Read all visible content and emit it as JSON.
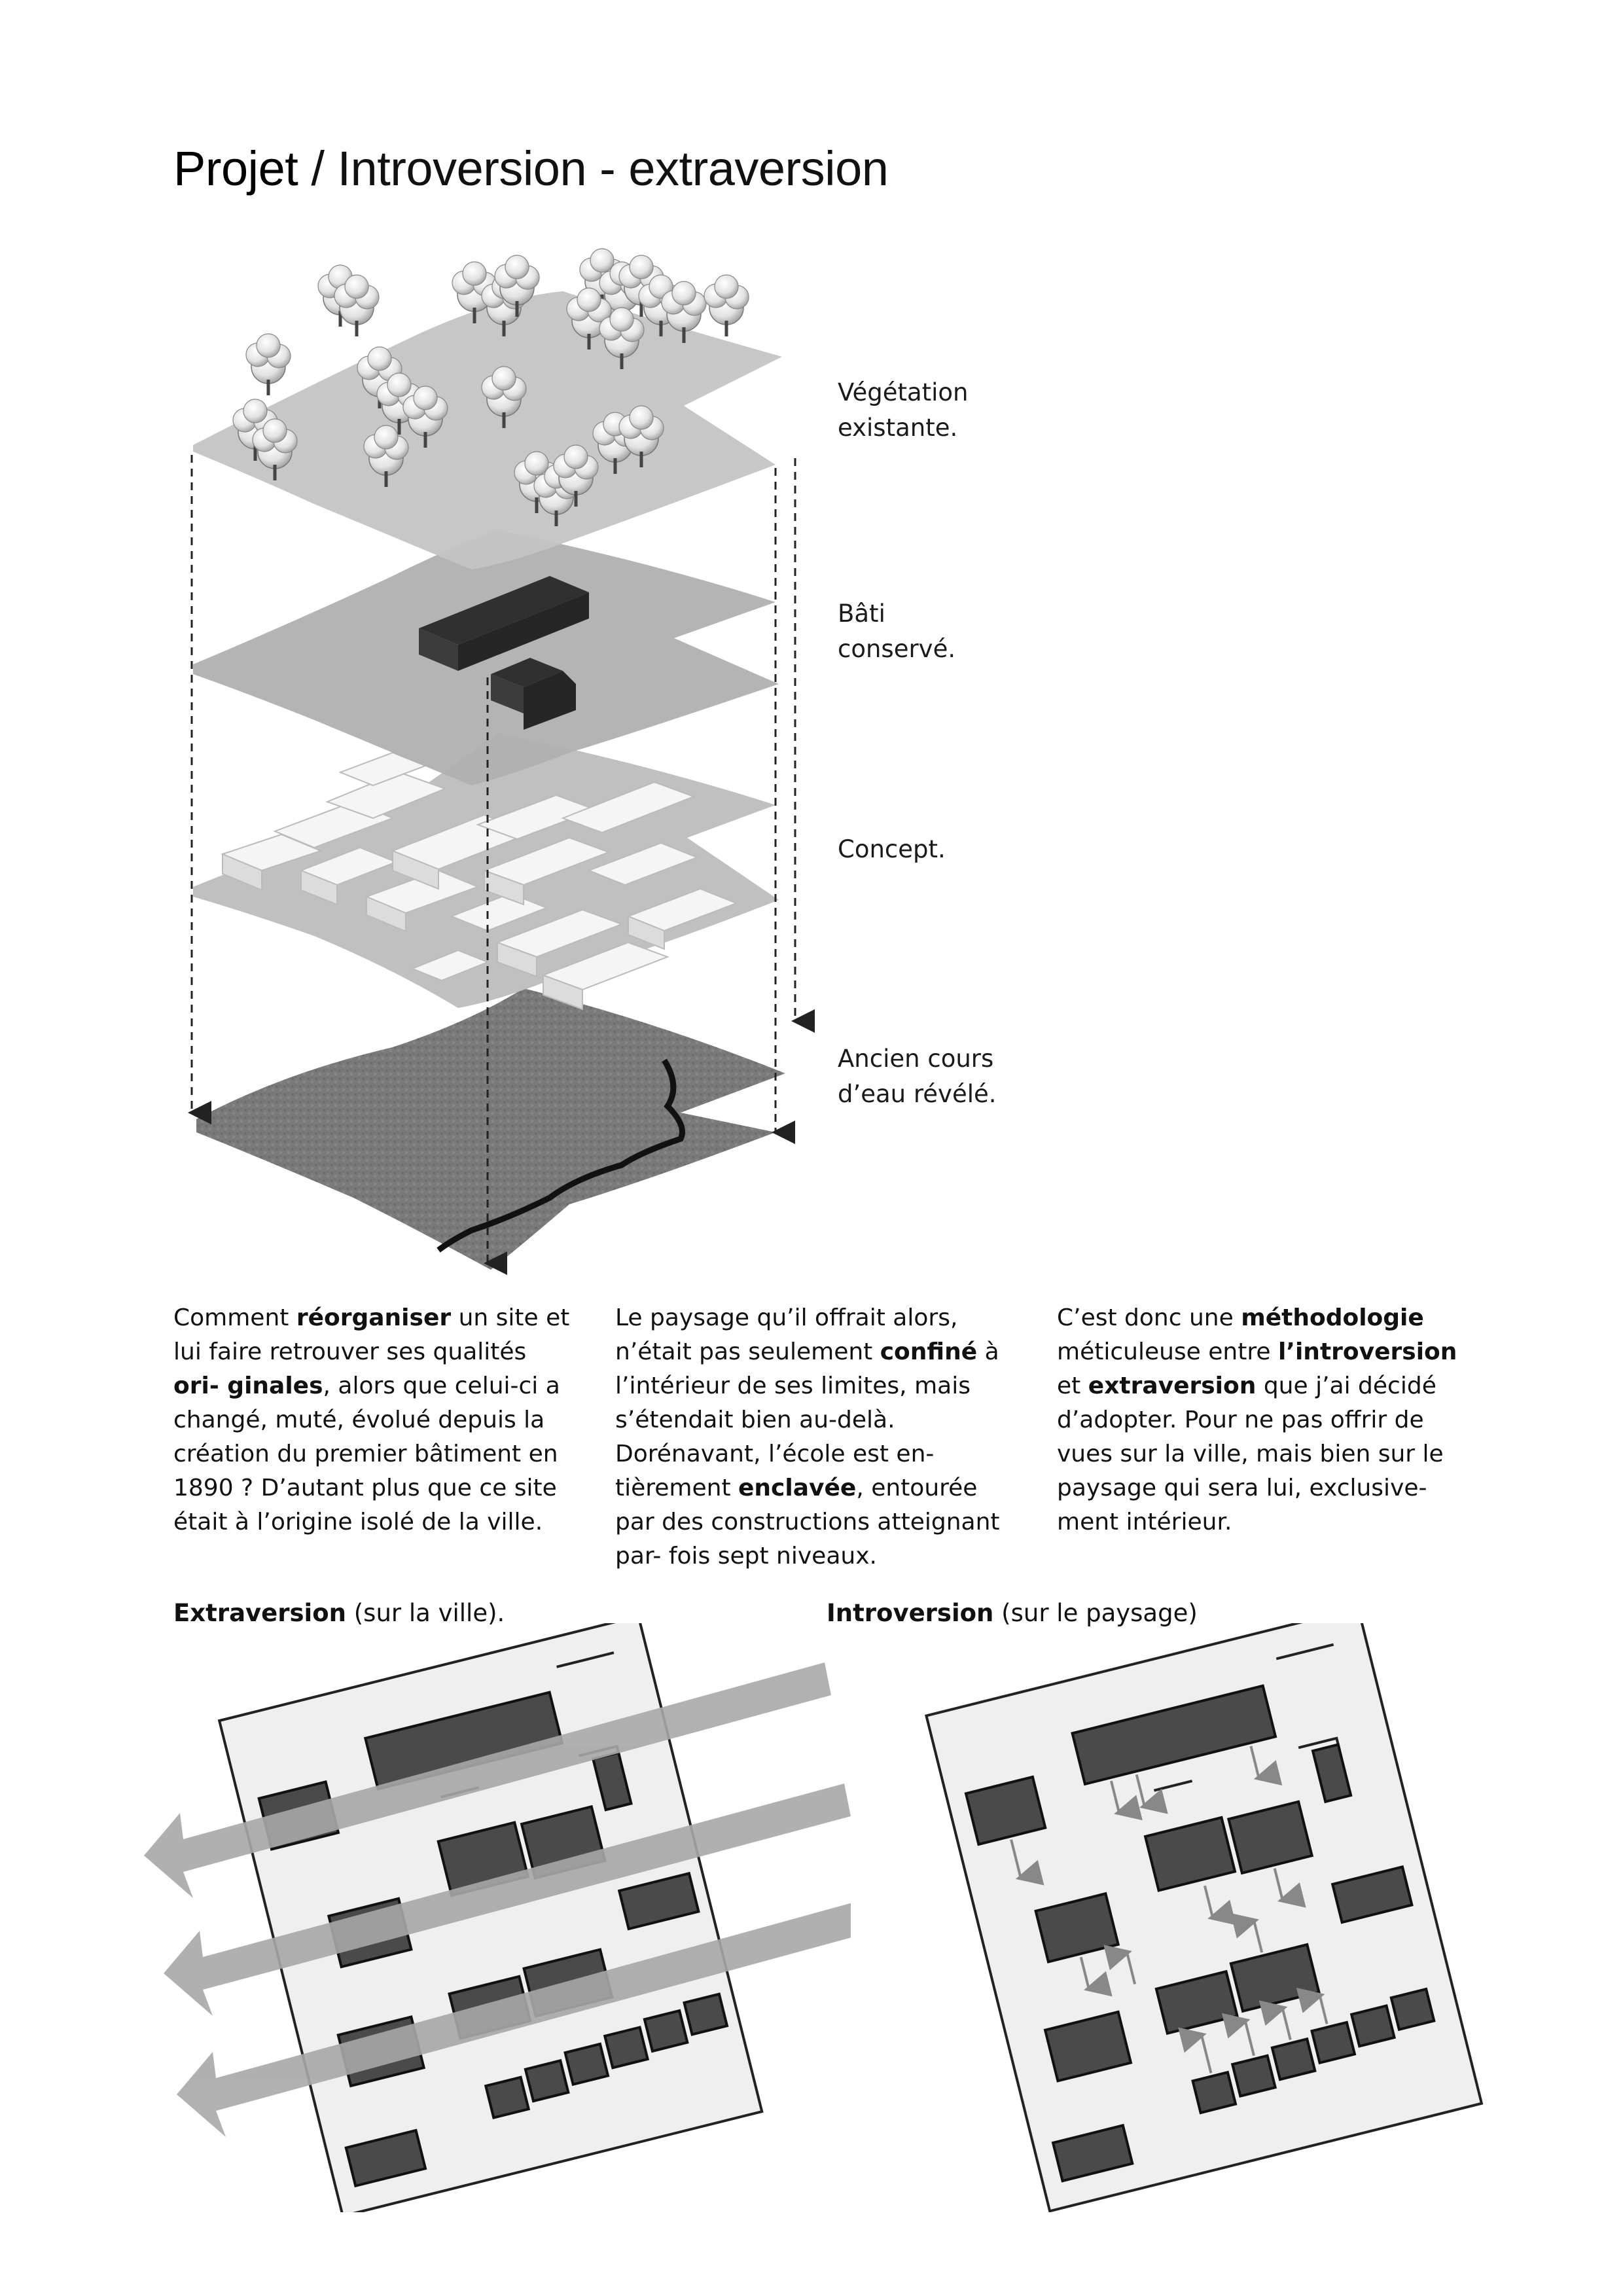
{
  "title": {
    "strong": "Projet",
    "rest": " / Introversion - extraversion"
  },
  "layers": [
    {
      "line1": "Végétation",
      "line2": "existante."
    },
    {
      "line1": "Bâti",
      "line2": "conservé."
    },
    {
      "line1": "Concept.",
      "line2": ""
    },
    {
      "line1": "Ancien cours",
      "line2": "d’eau révélé."
    }
  ],
  "paragraphs": {
    "p1": {
      "a": "Comment ",
      "b": "réorganiser",
      "c": " un site et lui faire retrouver ses qualités ",
      "d": "ori-\nginales",
      "e": ", alors que celui-ci a changé, muté, évolué depuis la création du premier bâtiment en 1890 ? D’autant plus que ce site était à l’origine isolé de la ville."
    },
    "p2": {
      "a": "Le paysage qu’il offrait alors, n’était pas seulement ",
      "b": "confiné",
      "c": " à l’intérieur de ses limites, mais s’étendait bien au-delà. Dorénavant, l’école est en-\ntièrement ",
      "d": "enclavée",
      "e": ", entourée par des constructions atteignant par-\nfois sept niveaux."
    },
    "p3": {
      "a": "C’est donc une ",
      "b": "méthodologie",
      "c": " méticuleuse entre ",
      "d": "l’introversion",
      "e": " et ",
      "f": "extraversion",
      "g": " que j’ai décidé d’adopter. Pour ne pas offrir de vues sur la ville, mais bien sur le paysage qui sera lui, exclusive-\nment intérieur."
    }
  },
  "captions": {
    "extra_bold": "Extraversion",
    "extra_rest": " (sur la ville).",
    "intro_bold": "Introversion",
    "intro_rest": " (sur le paysage)"
  },
  "colors": {
    "dark_building": "#4a4a4a",
    "plan_bg": "#efefef",
    "arrow_grey": "#a8a8a8",
    "ground": "#777777"
  }
}
